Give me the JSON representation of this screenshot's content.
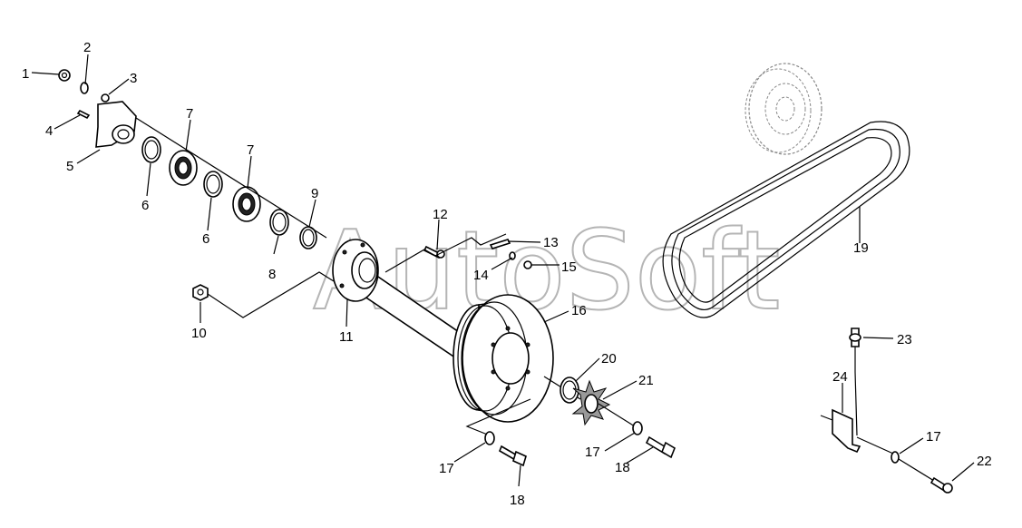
{
  "watermark": "AutoSoft",
  "callouts": [
    "1",
    "2",
    "3",
    "4",
    "5",
    "6",
    "7",
    "7",
    "6",
    "8",
    "9",
    "10",
    "11",
    "12",
    "13",
    "14",
    "15",
    "16",
    "17",
    "18",
    "19",
    "20",
    "21",
    "17",
    "18",
    "23",
    "24",
    "17",
    "22"
  ]
}
